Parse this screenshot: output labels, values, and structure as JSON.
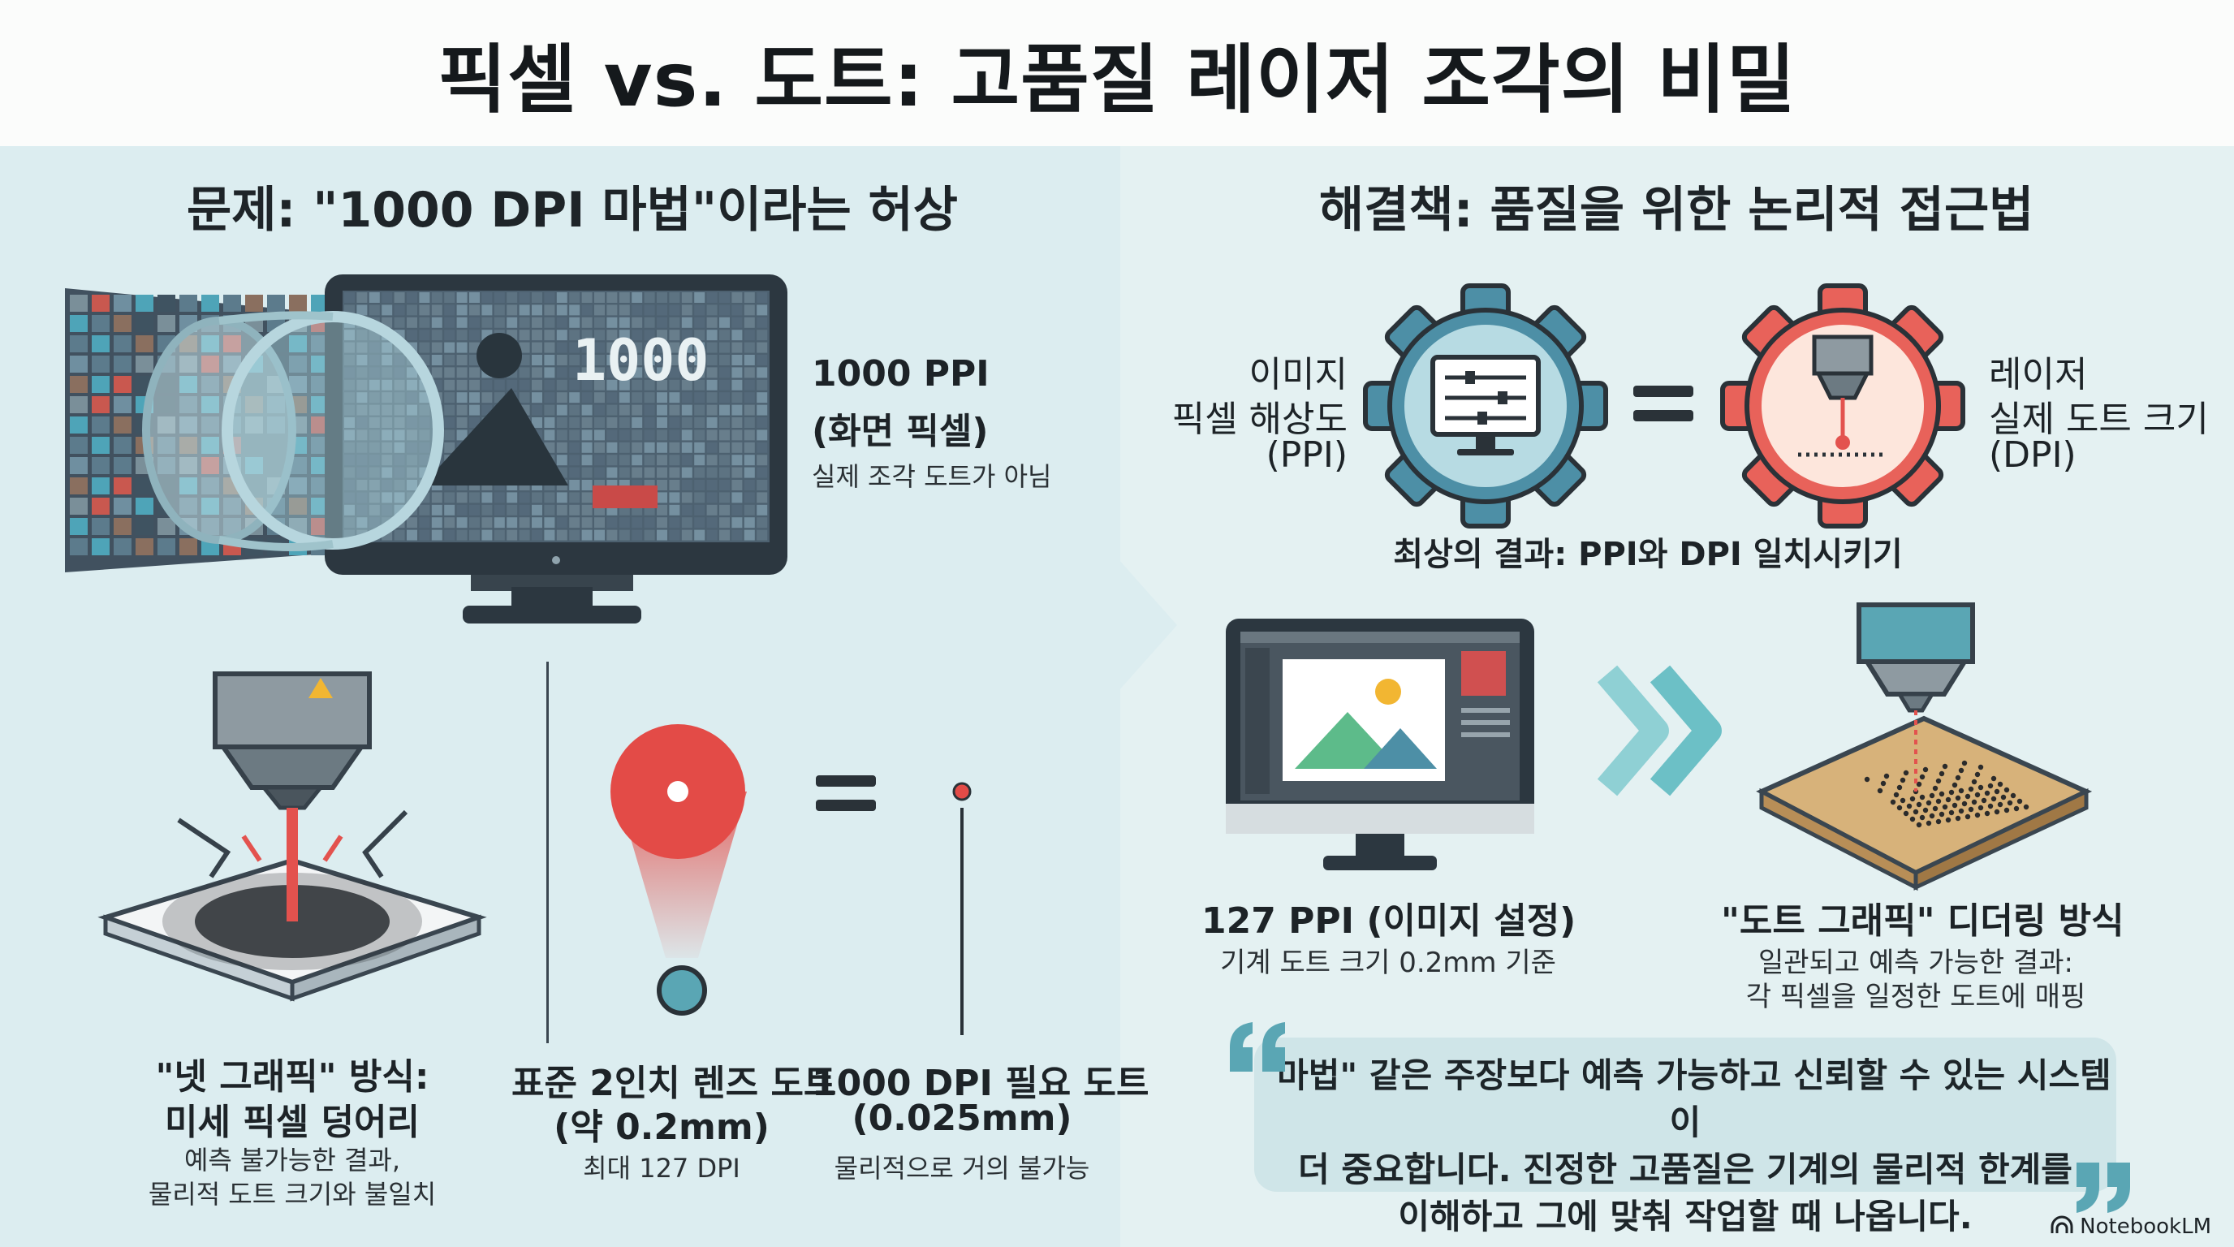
{
  "title": "픽셀 vs. 도트: 고품질 레이저 조각의 비밀",
  "left": {
    "heading": "문제: \"1000 DPI 마법\"이라는 허상",
    "monitor": {
      "screen_text": "1000",
      "label_title_line1": "1000 PPI",
      "label_title_line2": "(화면 픽셀)",
      "label_caption": "실제 조각 도트가 아님"
    },
    "net_graphic": {
      "line1": "\"넷 그래픽\" 방식:",
      "line2": "미세 픽셀 덩어리",
      "caption1": "예측 불가능한 결과,",
      "caption2": "물리적 도트 크기와 불일치"
    },
    "standard_dot": {
      "line1": "표준 2인치 렌즈 도트",
      "line2": "(약 0.2mm)",
      "caption": "최대 127 DPI"
    },
    "required_dot": {
      "line1": "1000 DPI 필요 도트",
      "line2": "(0.025mm)",
      "caption": "물리적으로 거의 불가능"
    }
  },
  "right": {
    "heading": "해결책: 품질을 위한 논리적 접근법",
    "image_gear": {
      "line1": "이미지",
      "line2": "픽셀 해상도",
      "line3": "(PPI)"
    },
    "laser_gear": {
      "line1": "레이저",
      "line2": "실제 도트 크기",
      "line3": "(DPI)"
    },
    "best_result": "최상의 결과: PPI와 DPI 일치시키기",
    "ppi_setting": {
      "line1": "127 PPI (이미지 설정)",
      "caption": "기계 도트 크기 0.2mm 기준"
    },
    "dithering": {
      "line1": "\"도트 그래픽\" 디더링 방식",
      "caption1": "일관되고 예측 가능한 결과:",
      "caption2": "각 픽셀을 일정한 도트에 매핑"
    },
    "quote": {
      "line1": "\"마법\" 같은 주장보다 예측 가능하고 신뢰할 수 있는 시스템이",
      "line2": "더 중요합니다. 진정한 고품질은 기계의 물리적 한계를",
      "line3": "이해하고 그에 맞춰 작업할 때 나옵니다."
    }
  },
  "branding": "NotebookLM",
  "icons": [
    "magnifier-icon",
    "monitor-icon",
    "laser-head-icon",
    "gear-icon",
    "equals-icon",
    "chevron-double-right-icon",
    "quote-open-icon",
    "quote-close-icon",
    "notebooklm-logo-icon"
  ],
  "colors": {
    "accent_teal": "#5aa6b4",
    "accent_red": "#e34b47",
    "gear_blue": "#4d8fa6",
    "gear_red": "#e8625a",
    "dark": "#2a3238"
  }
}
